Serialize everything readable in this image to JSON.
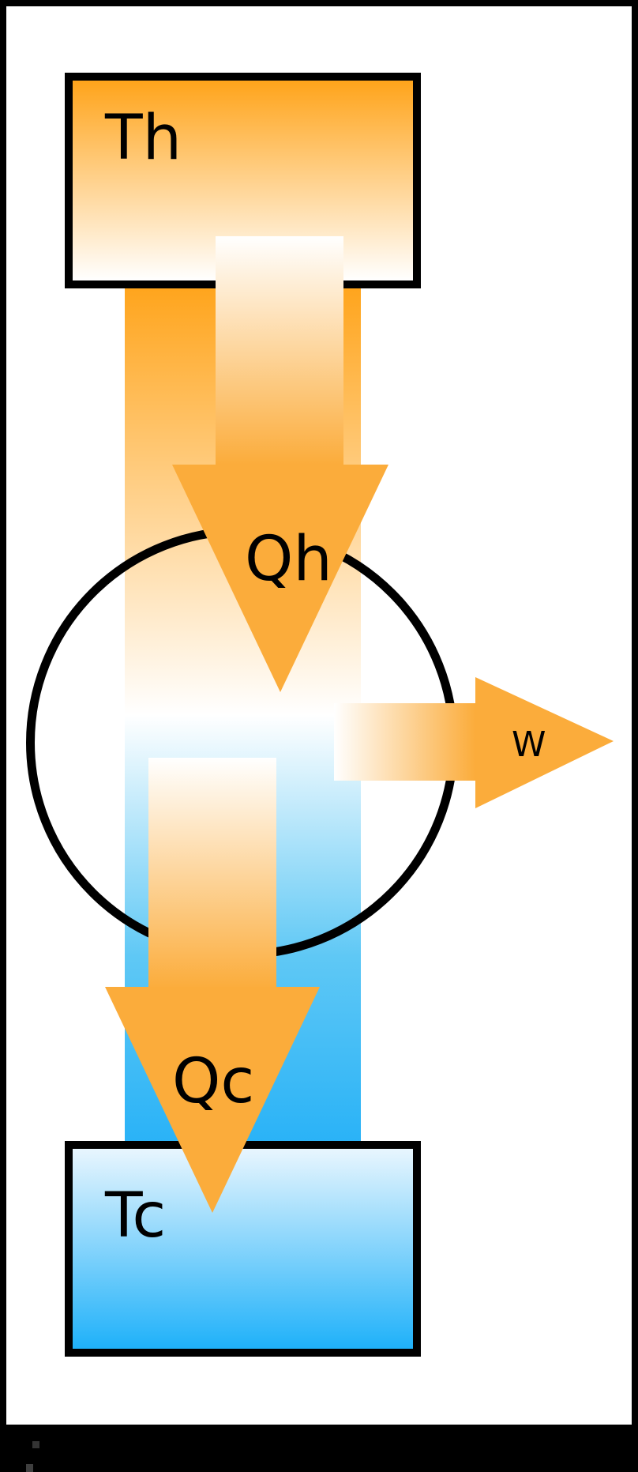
{
  "diagram": {
    "type": "heat-engine-energy-flow",
    "labels": {
      "hot_reservoir": "Th",
      "heat_in": "Qh",
      "work_out": "W",
      "heat_out": "Qc",
      "cold_reservoir": "Tc"
    },
    "colors": {
      "frame_black": "#000000",
      "canvas_white": "#ffffff",
      "deep_orange": "#ffa41b",
      "arrow_orange": "#fbac3b",
      "pure_white": "#ffffff",
      "band_blue_mid": "#5fc8f5",
      "band_blue_bottom": "#29b2f7",
      "tc_box_top": "#e9f6fe",
      "tc_box_bottom": "#1fb1f9",
      "engine_circle_stroke": "#000000",
      "label_text": "#000000",
      "artifact_gray_1": "#333333",
      "artifact_gray_2": "#3f3f3f"
    }
  }
}
